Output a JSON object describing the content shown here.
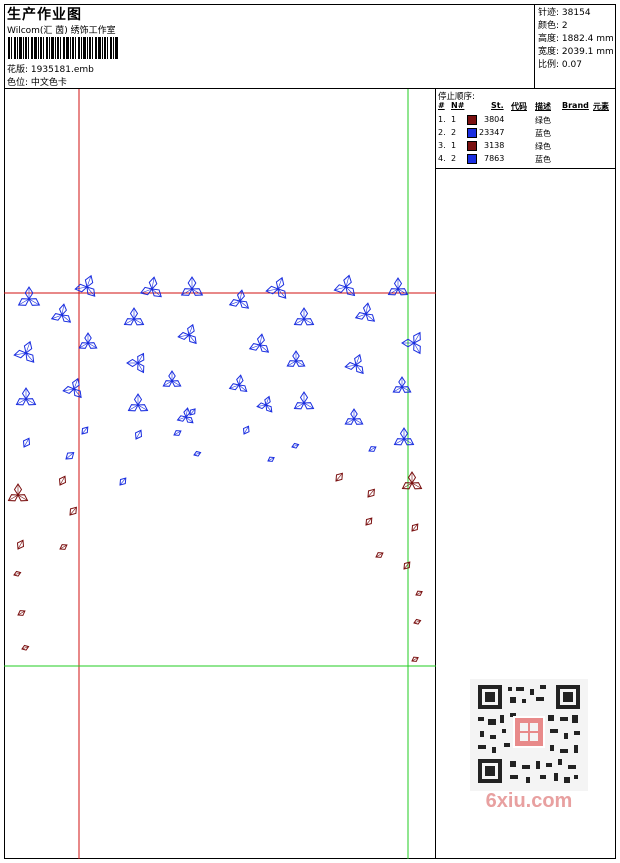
{
  "header": {
    "title": "生产作业图",
    "studio": "Wilcom(汇 茵) 绣饰工作室",
    "design_label": "花版:",
    "design_file": "1935181.emb",
    "color_label": "色位:",
    "color_value": "中文色卡"
  },
  "stats": [
    {
      "label": "针迹:",
      "value": "38154"
    },
    {
      "label": "颜色:",
      "value": "2"
    },
    {
      "label": "高度:",
      "value": "1882.4 mm"
    },
    {
      "label": "宽度:",
      "value": "2039.1 mm"
    },
    {
      "label": "比例:",
      "value": "0.07"
    }
  ],
  "stop_sequence": {
    "title": "停止顺序:",
    "columns": [
      "#",
      "N#",
      "St.",
      "代码",
      "描述",
      "Brand",
      "元素"
    ],
    "rows": [
      {
        "n": "1.",
        "code": "1",
        "stitches": "3804",
        "color": "#7a1010",
        "desc": "绿色"
      },
      {
        "n": "2.",
        "code": "2",
        "stitches": "23347",
        "color": "#1a2ee0",
        "desc": "蓝色"
      },
      {
        "n": "3.",
        "code": "1",
        "stitches": "3138",
        "color": "#7a1010",
        "desc": "绿色"
      },
      {
        "n": "4.",
        "code": "2",
        "stitches": "7863",
        "color": "#1a2ee0",
        "desc": "蓝色"
      }
    ]
  },
  "watermark": {
    "text": "6xiu.com"
  },
  "colors": {
    "red_thread": "#7a1010",
    "blue_thread": "#1a2ee0",
    "guide_red": "#d01010",
    "guide_green": "#22cc22"
  }
}
